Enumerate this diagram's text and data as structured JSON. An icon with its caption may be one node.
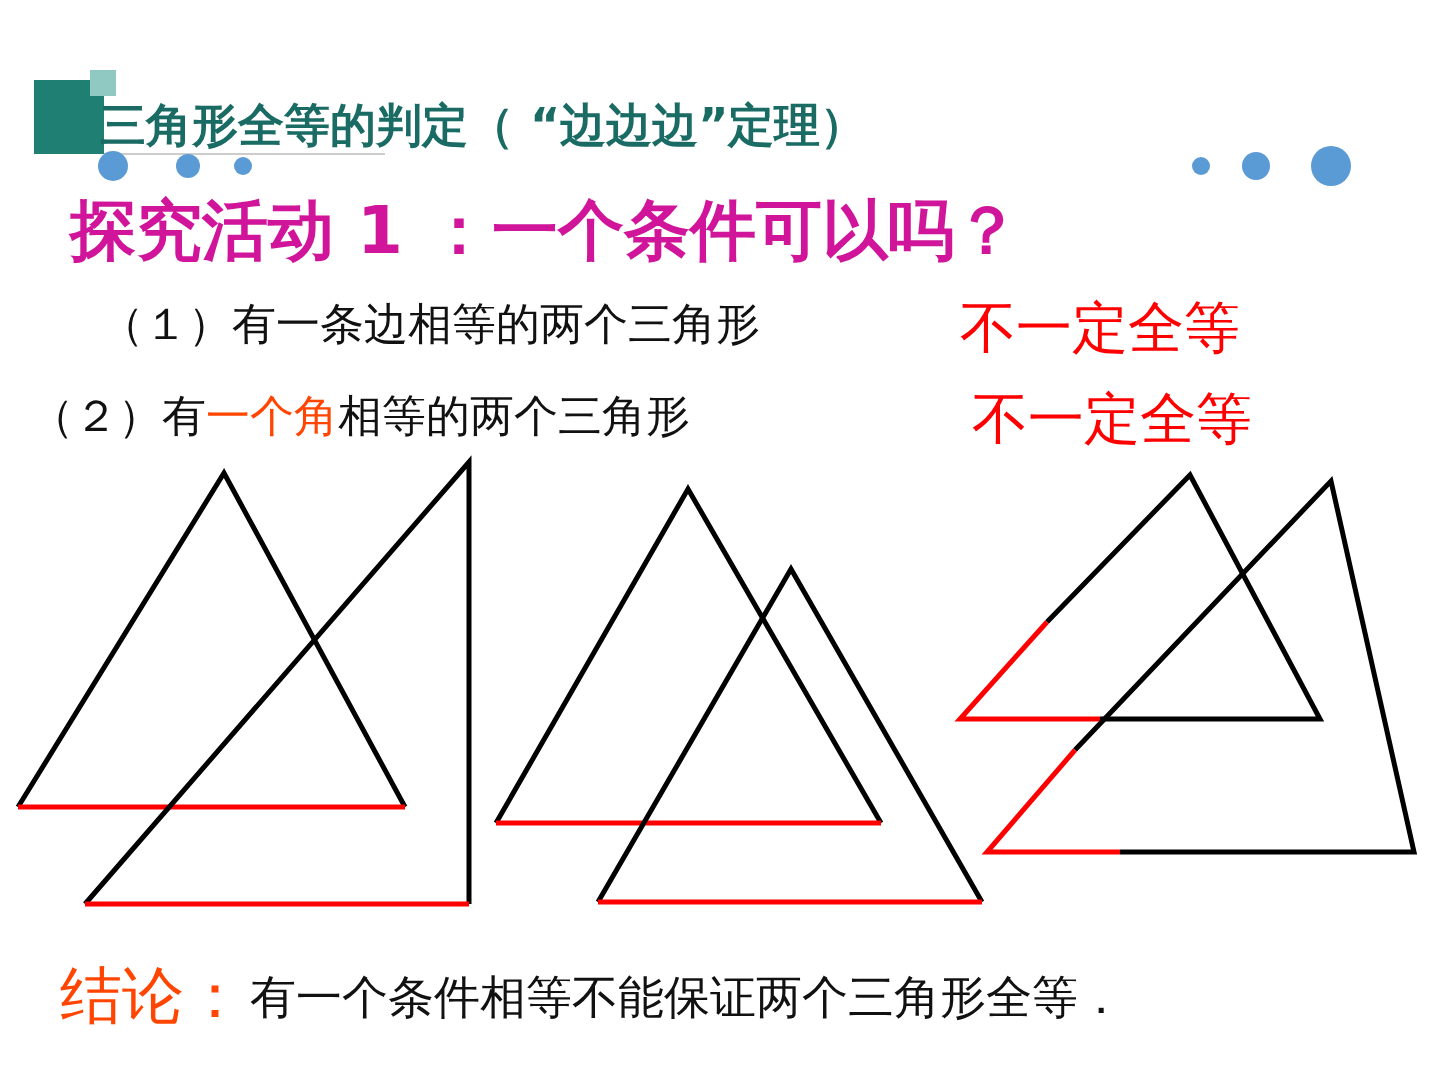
{
  "diagram": {
    "title": "三角形全等的判定（ “边边边”定理）",
    "labels": [
      "探究活动 1 ：一个条件可以吗？",
      "（１）有一条边相等的两个三角形",
      "不一定全等",
      "（２）有**一个角**相等的两个三角形",
      "不一定全等",
      "结论：",
      "有一个条件相等不能保证两个三角形全等．"
    ]
  }
}
